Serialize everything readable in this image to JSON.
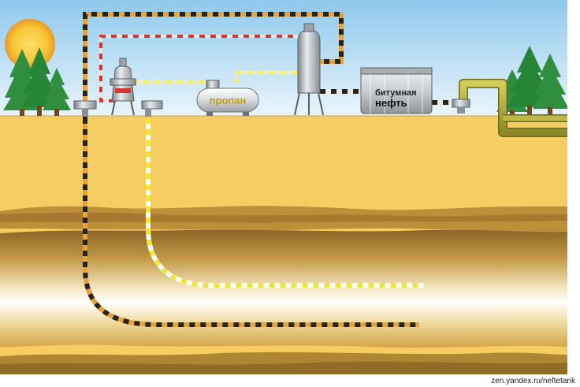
{
  "labels": {
    "propane": "пропан",
    "bitumen_line1": "битумная",
    "bitumen_line2": "нефть"
  },
  "credit": "zen.yandex.ru/neftetank",
  "colors": {
    "sky_top": "#8ec8ec",
    "sky_bottom": "#e8f4fc",
    "ground": "#f6cd62",
    "soil_dark": "#a87f33",
    "pipe_steam": "#e8a43a",
    "pipe_dark": "#2a2418",
    "pipe_yellow": "#f3f06a",
    "pipe_light": "#e8e8e8",
    "pipe_red": "#d8362a",
    "pipe_olive": "#a9a43a",
    "sun": "#f5c63a",
    "tree": "#2f8f3e"
  },
  "icons": [
    "sun-icon",
    "tree-icon",
    "steam-generator-icon",
    "propane-tank-icon",
    "separator-vessel-icon",
    "storage-tank-icon",
    "pump-icon"
  ]
}
